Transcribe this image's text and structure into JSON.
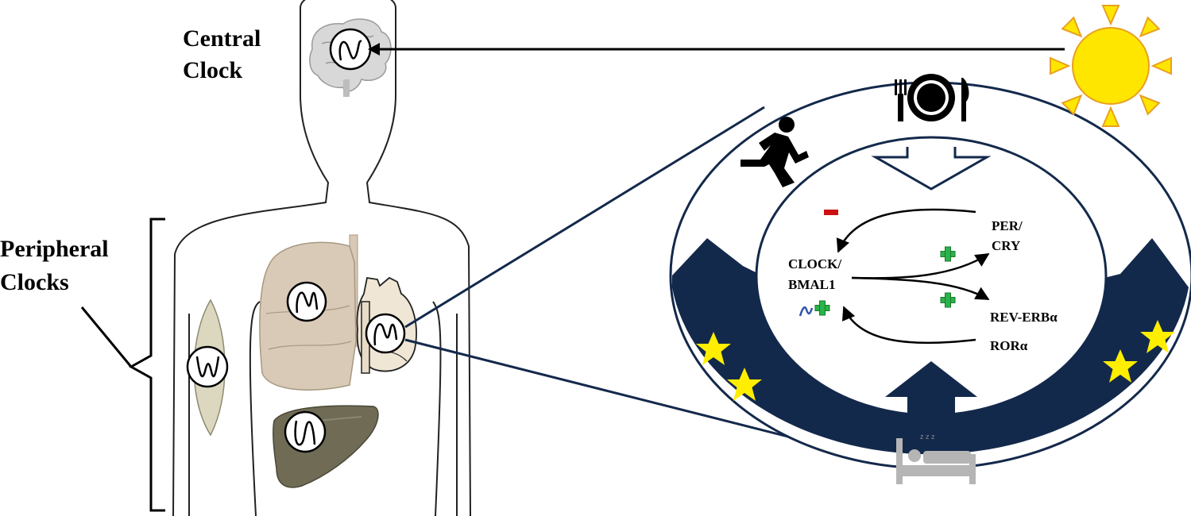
{
  "labels": {
    "central_line1": "Central",
    "central_line2": "Clock",
    "peripheral_line1": "Peripheral",
    "peripheral_line2": "Clocks"
  },
  "molecular": {
    "clock_bmal_line1": "CLOCK/",
    "clock_bmal_line2": "BMAL1",
    "per_cry_line1": "PER/",
    "per_cry_line2": "CRY",
    "rev_erb": "REV-ERBα",
    "ror": "RORα"
  },
  "sleep_glyph": "z z z",
  "colors": {
    "navy": "#13294b",
    "sun": "#ffe600",
    "sun_outline": "#e8a020",
    "star": "#ffee00",
    "plus": "#2ab34a",
    "minus": "#cc1111",
    "lung": "#d9cab8",
    "liver": "#6f6b55",
    "muscle": "#dcd8bf",
    "icon_gray": "#b5b5b5"
  },
  "icons": [
    "brain-icon",
    "lungs-icon",
    "heart-icon",
    "liver-icon",
    "muscle-icon",
    "sun-icon",
    "star-icon",
    "runner-icon",
    "plate-cutlery-icon",
    "bed-icon"
  ]
}
